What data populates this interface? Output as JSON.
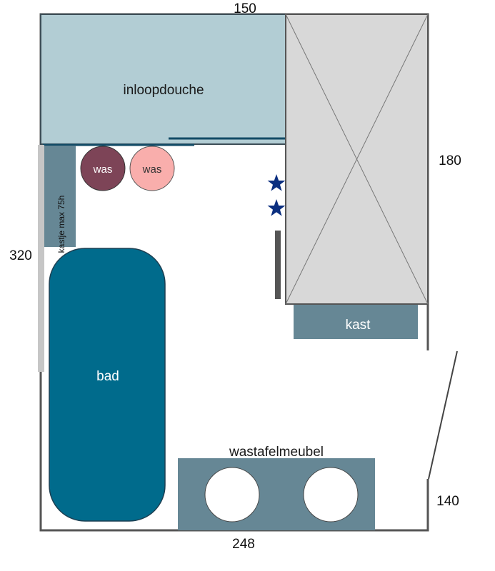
{
  "dimensions": {
    "top": "150",
    "right": "180",
    "left": "320",
    "bottom": "248",
    "door_side": "140"
  },
  "rooms": {
    "shower": "inloopdouche",
    "washer_1": "was",
    "washer_2": "was",
    "small_cabinet": "kastje max 75h",
    "bathtub": "bad",
    "cabinet": "kast",
    "vanity": "wastafelmeubel"
  },
  "colors": {
    "wall": "#555555",
    "shower_fill": "#b2cdd4",
    "cabinet_fill": "#668795",
    "bathtub_fill": "#006b8c",
    "washer_dark": "#7d4457",
    "washer_light": "#f9aeac",
    "star": "#0b2f80",
    "closet_fill": "#d8d8d8"
  },
  "icons": {
    "marker": "star-icon"
  }
}
